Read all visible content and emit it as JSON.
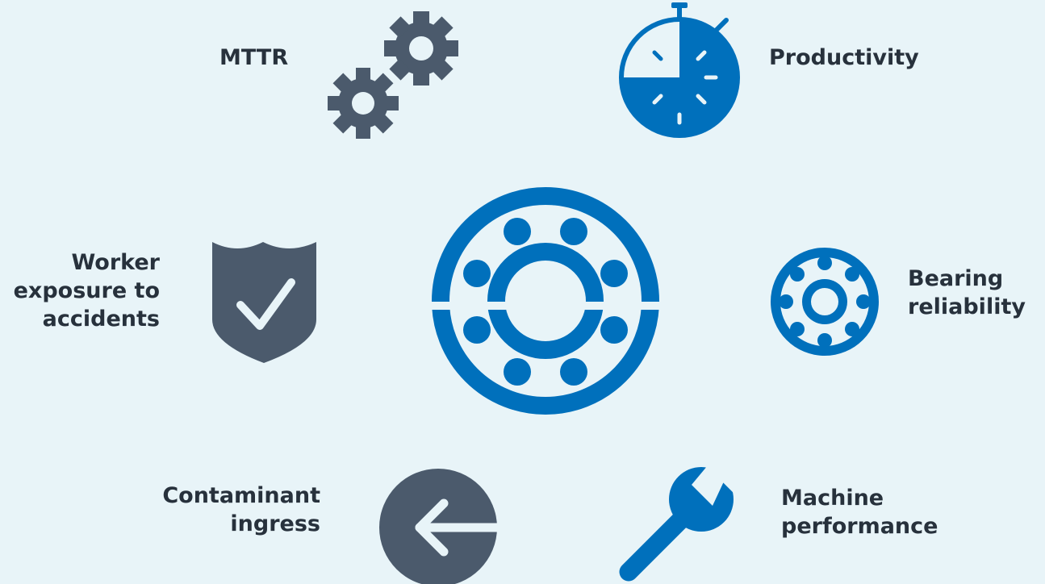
{
  "labels": {
    "mttr": "MTTR",
    "productivity": "Productivity",
    "worker": [
      "Worker",
      "exposure to",
      "accidents"
    ],
    "bearing": [
      "Bearing",
      "reliability"
    ],
    "contaminant": [
      "Contaminant",
      "ingress"
    ],
    "machine": [
      "Machine",
      "performance"
    ]
  },
  "colors": {
    "blue": "#0070bc",
    "slate": "#4b5a6c",
    "background": "#e8f4f8",
    "text": "#27313c"
  }
}
